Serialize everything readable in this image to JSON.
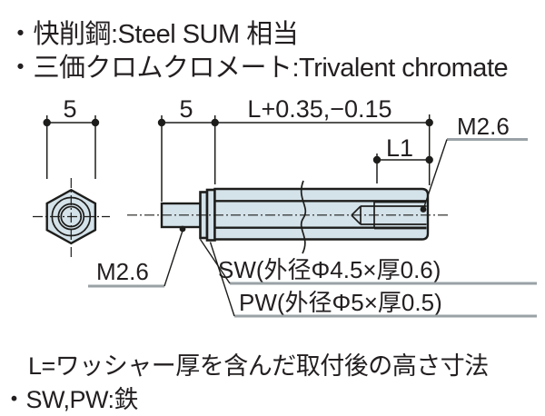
{
  "colors": {
    "part_fill": "#d4e2e9",
    "line_color": "#1d1d1b",
    "text_color": "#231f20",
    "underline_gray": "#9aa2a6",
    "background": "#ffffff"
  },
  "header": {
    "material_note": "・快削鋼:Steel SUM 相当",
    "plating_note": "・三価クロムクロメート:Trivalent chromate"
  },
  "drawing": {
    "dims": {
      "hex_width": "5",
      "stud_length": "5",
      "overall_length": "L+0.35,−0.15",
      "thread_depth": "L1",
      "thread_size_top": "M2.6",
      "thread_size_bottom": "M2.6"
    },
    "labels": {
      "spring_washer": "SW(外径Φ4.5×厚0.6)",
      "plain_washer": "PW(外径Φ5×厚0.5)"
    }
  },
  "notes": {
    "height_definition": "L=ワッシャー厚を含んだ取付後の高さ寸法",
    "washer_material": "・SW,PW:鉄"
  }
}
